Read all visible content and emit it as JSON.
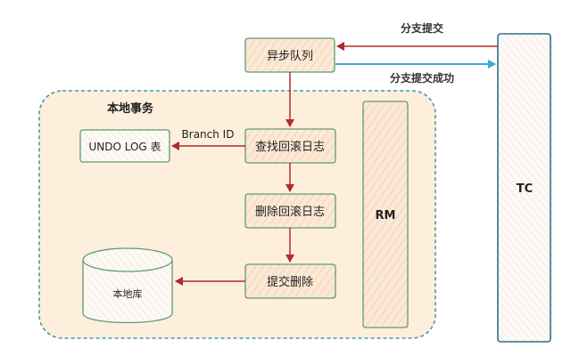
{
  "diagram": {
    "region_label": "本地事务",
    "nodes": {
      "async_queue": "异步队列",
      "find_log": "查找回滚日志",
      "delete_log": "删除回滚日志",
      "commit_delete": "提交删除",
      "undo_log": "UNDO LOG 表",
      "local_db": "本地库",
      "rm": "RM",
      "tc": "TC"
    },
    "edges": {
      "branch_commit": "分支提交",
      "branch_commit_success": "分支提交成功",
      "branch_id": "Branch ID"
    },
    "colors": {
      "region_fill": "#fdefdc",
      "region_border": "#4a9aa6",
      "box_fill": "#fbe6cf",
      "box_border": "#5e9c73",
      "tc_border": "#2f6f8f",
      "arrow_red": "#b02b2b",
      "arrow_blue": "#3aa6e0"
    }
  }
}
